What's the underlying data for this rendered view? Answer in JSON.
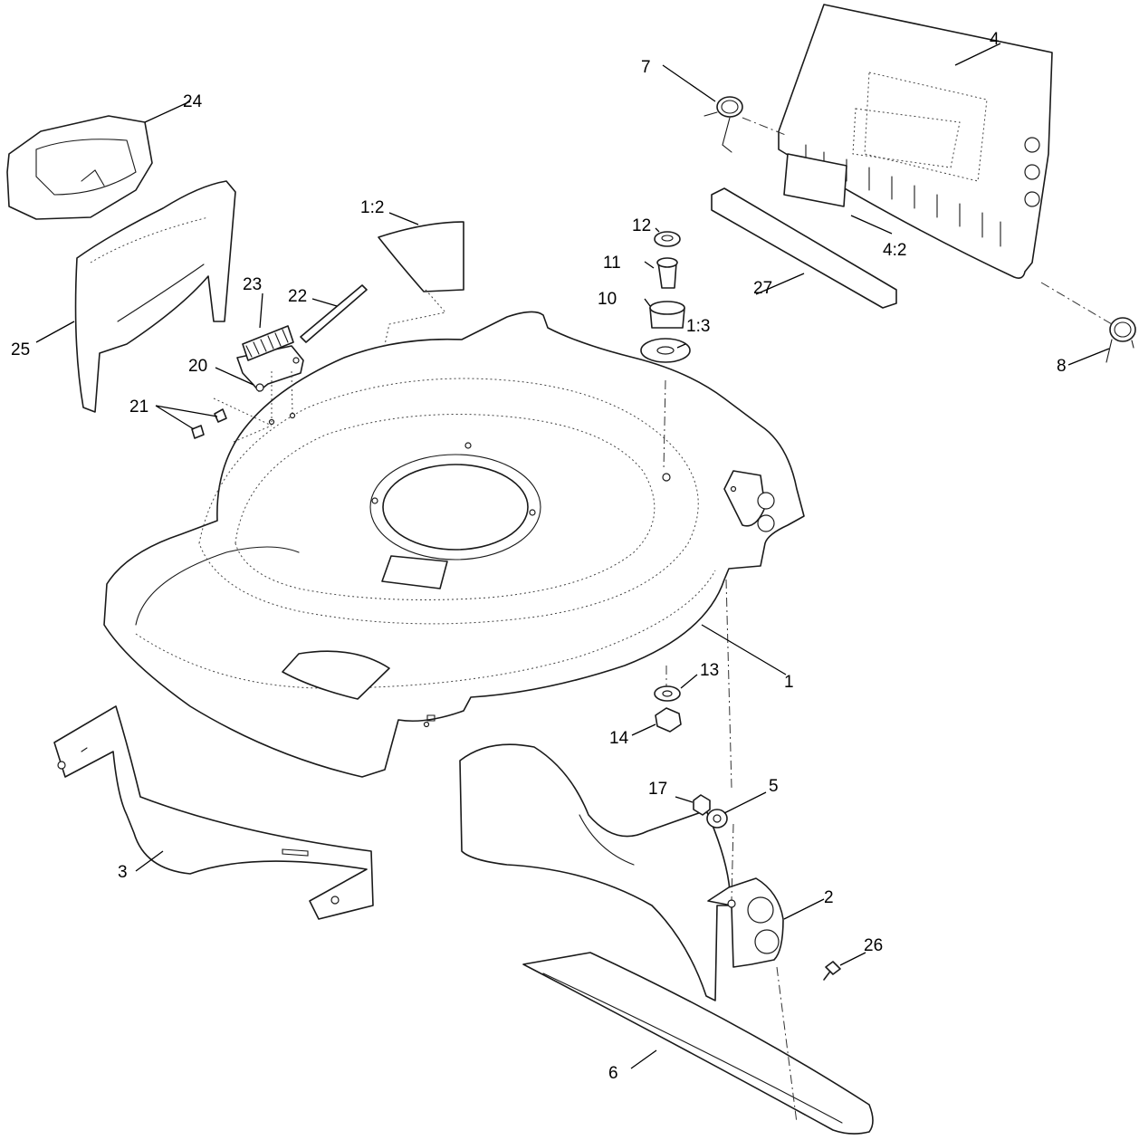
{
  "callouts": [
    {
      "id": "c1",
      "text": "1"
    },
    {
      "id": "c1-2",
      "text": "1:2"
    },
    {
      "id": "c1-3",
      "text": "1:3"
    },
    {
      "id": "c2",
      "text": "2"
    },
    {
      "id": "c3",
      "text": "3"
    },
    {
      "id": "c4",
      "text": "4"
    },
    {
      "id": "c4-2",
      "text": "4:2"
    },
    {
      "id": "c5",
      "text": "5"
    },
    {
      "id": "c6",
      "text": "6"
    },
    {
      "id": "c7",
      "text": "7"
    },
    {
      "id": "c8",
      "text": "8"
    },
    {
      "id": "c10",
      "text": "10"
    },
    {
      "id": "c11",
      "text": "11"
    },
    {
      "id": "c12",
      "text": "12"
    },
    {
      "id": "c13",
      "text": "13"
    },
    {
      "id": "c14",
      "text": "14"
    },
    {
      "id": "c17",
      "text": "17"
    },
    {
      "id": "c20",
      "text": "20"
    },
    {
      "id": "c21",
      "text": "21"
    },
    {
      "id": "c22",
      "text": "22"
    },
    {
      "id": "c23",
      "text": "23"
    },
    {
      "id": "c24",
      "text": "24"
    },
    {
      "id": "c25",
      "text": "25"
    },
    {
      "id": "c26",
      "text": "26"
    },
    {
      "id": "c27",
      "text": "27"
    }
  ]
}
